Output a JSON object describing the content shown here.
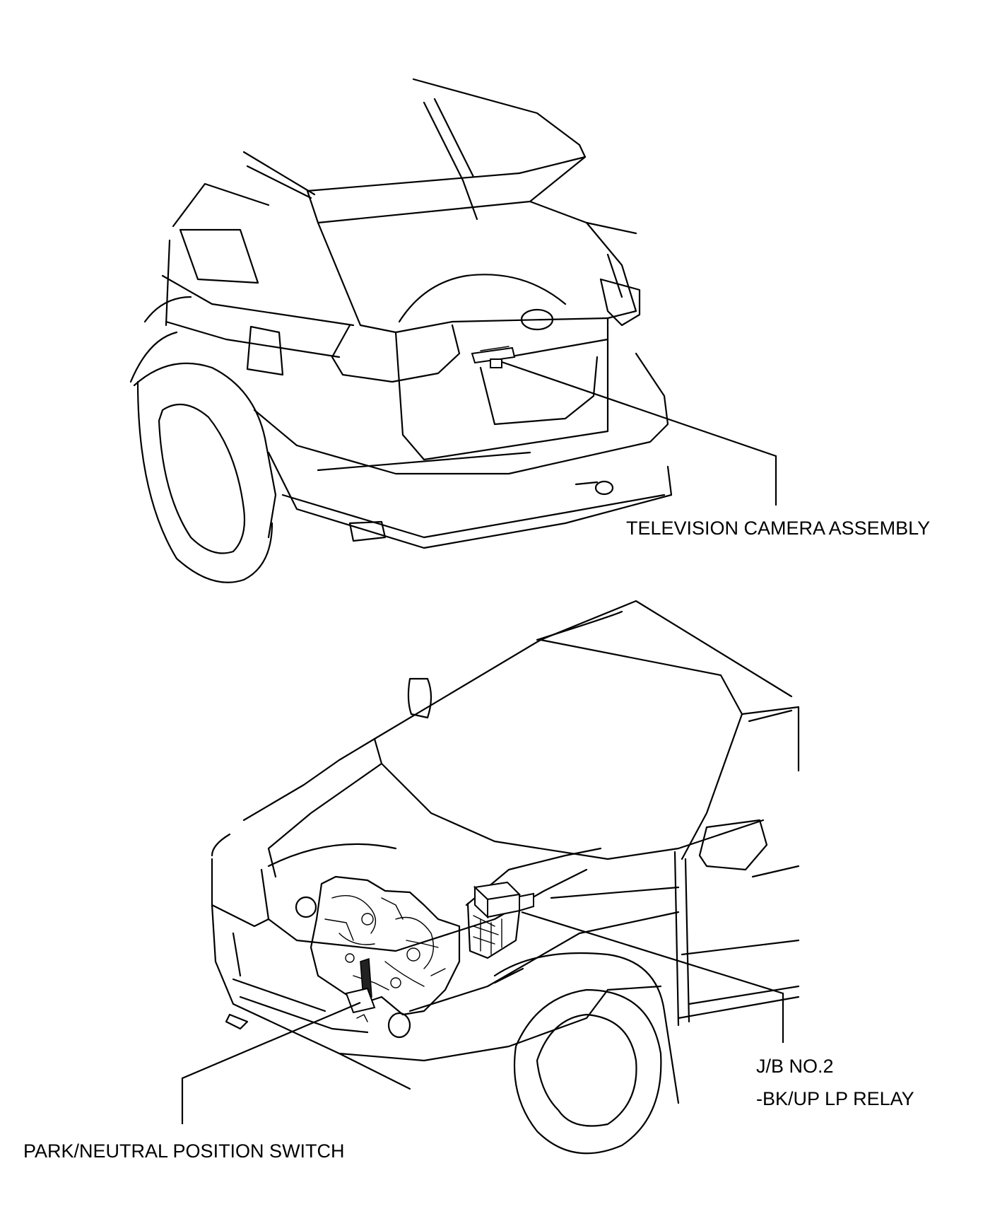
{
  "callouts": {
    "tv_camera": "TELEVISION CAMERA ASSEMBLY",
    "park_neutral": "PARK/NEUTRAL POSITION SWITCH",
    "jb_no2": "J/B NO.2",
    "bkup_relay": "-BK/UP LP RELAY"
  },
  "colors": {
    "line": "#000000",
    "background": "#ffffff"
  }
}
